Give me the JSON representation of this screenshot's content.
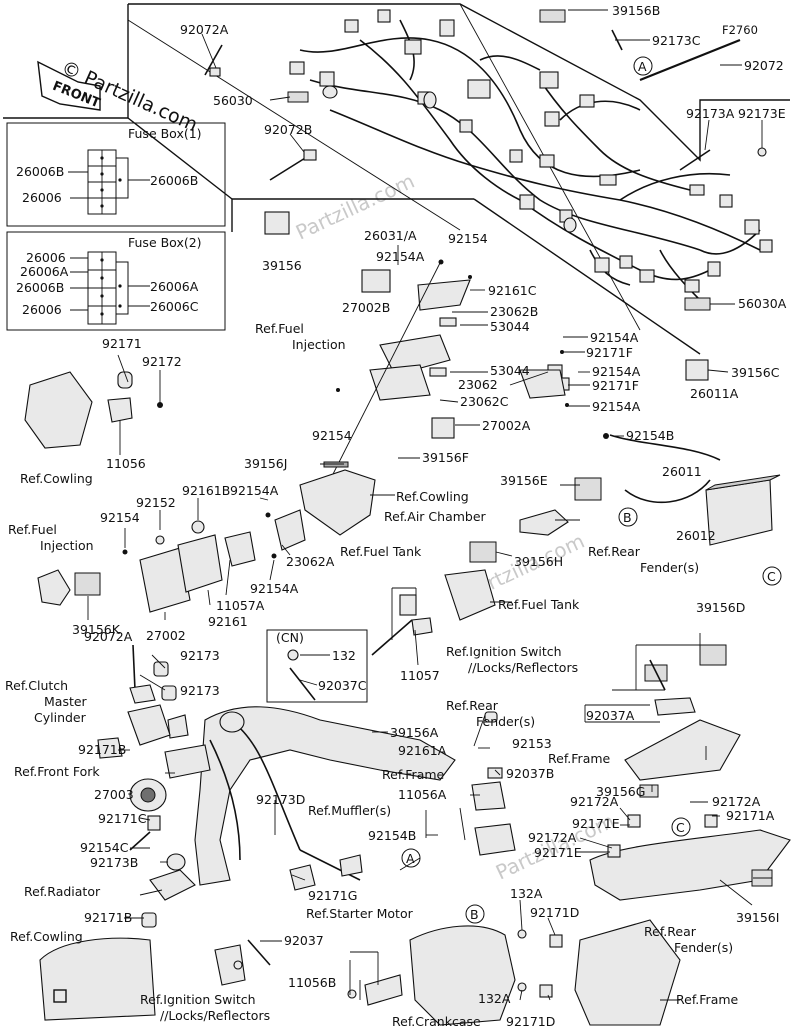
{
  "watermark": "© Partzilla.com",
  "front_label": "FRONT",
  "fuse_box_1": {
    "title": "Fuse Box(1)",
    "labels": [
      "26006B",
      "26006B",
      "26006"
    ]
  },
  "fuse_box_2": {
    "title": "Fuse Box(2)",
    "labels": [
      "26006",
      "26006A",
      "26006B",
      "26006",
      "26006A",
      "26006C"
    ]
  },
  "cn_label": "(CN)",
  "callouts": {
    "A": "A",
    "B": "B",
    "C": "C"
  },
  "part_labels": {
    "p92072A_top": "92072A",
    "p56030": "56030",
    "p92072B": "92072B",
    "p39156": "39156",
    "p39156B": "39156B",
    "p92173C": "92173C",
    "pF2760": "F2760",
    "p92072": "92072",
    "p92173A": "92173A",
    "p92173E": "92173E",
    "p56030A": "56030A",
    "p39156C": "39156C",
    "p26031A": "26031/A",
    "p92154_top": "92154",
    "p92154A_1": "92154A",
    "p92161C": "92161C",
    "p27002B": "27002B",
    "p23062B": "23062B",
    "p53044_1": "53044",
    "p92154A_2": "92154A",
    "p92171F_1": "92171F",
    "p53044_2": "53044",
    "p92154A_3": "92154A",
    "p23062": "23062",
    "p92171F_2": "92171F",
    "p23062C": "23062C",
    "p92154A_4": "92154A",
    "p92154_mid": "92154",
    "p27002A": "27002A",
    "p26011A": "26011A",
    "p92154B_1": "92154B",
    "p26011": "26011",
    "p26012": "26012",
    "p92171": "92171",
    "p92172": "92172",
    "p11056": "11056",
    "p39156J": "39156J",
    "p39156F": "39156F",
    "p39156E": "39156E",
    "p92161B": "92161B",
    "p92154A_5": "92154A",
    "p92152": "92152",
    "p92154_left": "92154",
    "p39156K": "39156K",
    "p27002": "27002",
    "p92161": "92161",
    "p11057A": "11057A",
    "p92154A_6": "92154A",
    "p23062A": "23062A",
    "p39156H": "39156H",
    "p11057": "11057",
    "p39156D": "39156D",
    "p92072A_mid": "92072A",
    "p92173_1": "92173",
    "p92173_2": "92173",
    "p132": "132",
    "p92037C": "92037C",
    "p92037A": "92037A",
    "p39156A": "39156A",
    "p92171B_1": "92171B",
    "p92161A": "92161A",
    "p92153": "92153",
    "p92037B": "92037B",
    "p11056A": "11056A",
    "p27003": "27003",
    "p92173D": "92173D",
    "p39156G": "39156G",
    "p92172A_1": "92172A",
    "p92171E_1": "92171E",
    "p92172A_2": "92172A",
    "p92171A": "92171A",
    "p92171C": "92171C",
    "p92172A_3": "92172A",
    "p92171E_2": "92171E",
    "p92154C": "92154C",
    "p92154B_2": "92154B",
    "p92173B": "92173B",
    "p92171G": "92171G",
    "p39156I": "39156I",
    "p92171B_2": "92171B",
    "p92037": "92037",
    "p11056B": "11056B",
    "p132A_1": "132A",
    "p92171D_1": "92171D",
    "p132A_2": "132A",
    "p92171D_2": "92171D"
  },
  "ref_labels": {
    "fuel_injection_1": "Ref.Fuel Injection",
    "cowling_1": "Ref.Cowling",
    "cowling_2": "Ref.Cowling",
    "air_chamber": "Ref.Air Chamber",
    "rear_fender_1": "Ref.Rear Fender(s)",
    "fuel_injection_2": "Ref.Fuel Injection",
    "fuel_tank_1": "Ref.Fuel Tank",
    "fuel_tank_2": "Ref.Fuel Tank",
    "ignition_1": "Ref.Ignition Switch /Locks/Reflectors",
    "clutch": "Ref.Clutch Master Cylinder",
    "rear_fender_2": "Ref.Rear Fender(s)",
    "frame_1": "Ref.Frame",
    "frame_2": "Ref.Frame",
    "front_fork": "Ref.Front Fork",
    "muffler": "Ref.Muffler(s)",
    "radiator": "Ref.Radiator",
    "starter": "Ref.Starter Motor",
    "rear_fender_3": "Ref.Rear Fender(s)",
    "cowling_3": "Ref.Cowling",
    "ignition_2": "Ref.Ignition Switch /Locks/Reflectors",
    "crankcase": "Ref.Crankcase",
    "frame_3": "Ref.Frame"
  }
}
